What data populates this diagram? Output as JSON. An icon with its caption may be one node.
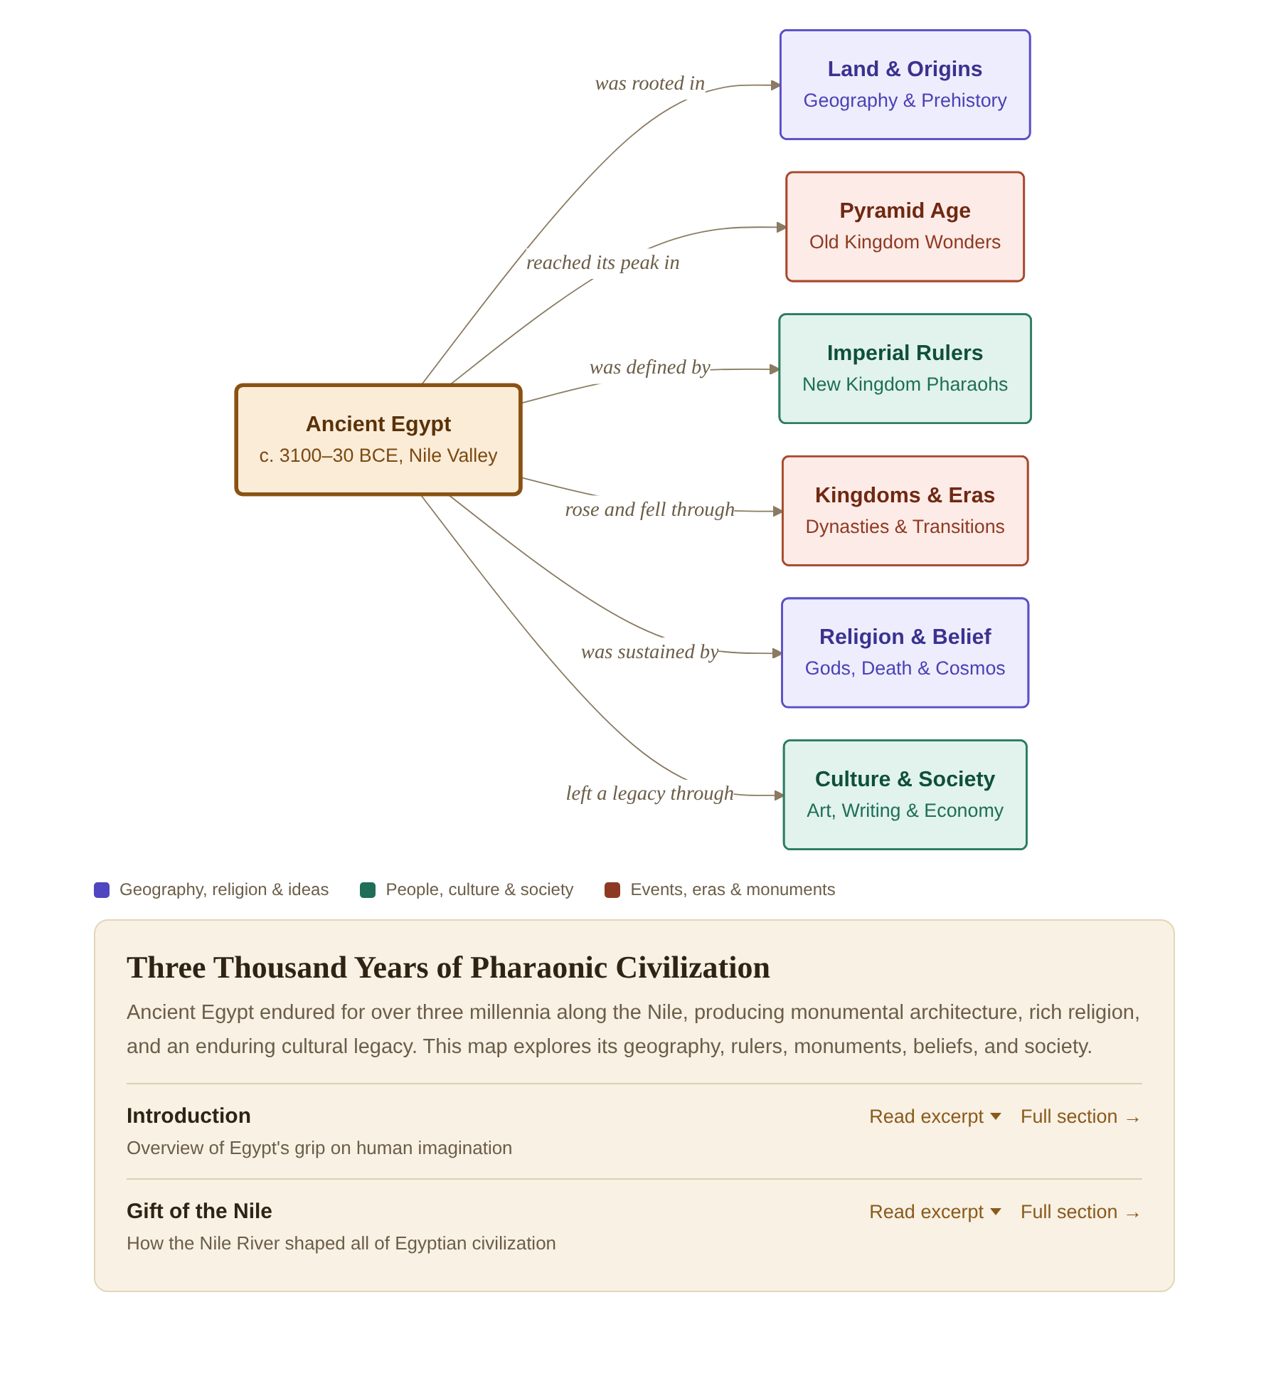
{
  "diagram": {
    "title": "Three Thousand Years of Pharaonic Civilization",
    "caption": "Ancient Egypt endured for over three millennia along the Nile, producing monumental architecture, rich religion, and an enduring cultural legacy. This map explores its geography, rulers, monuments, beliefs, and society.",
    "nodes": [
      {
        "text": [
          "Land & Origins",
          "Geography & Prehistory"
        ]
      },
      {
        "text": [
          "Pyramid Age",
          "Old Kingdom Wonders"
        ]
      },
      {
        "text": [
          "Imperial Rulers",
          "New Kingdom Pharaohs"
        ]
      },
      {
        "text": [
          "Ancient Egypt",
          "c. 3100–30 BCE, Nile Valley"
        ]
      },
      {
        "text": [
          "Kingdoms & Eras",
          "Dynasties & Transitions"
        ]
      },
      {
        "text": [
          "Religion & Belief",
          "Gods, Death & Cosmos"
        ]
      },
      {
        "text": [
          "Culture & Society",
          "Art, Writing & Economy"
        ]
      }
    ],
    "edges": [
      {
        "from": 3,
        "to": 0,
        "arrow": "to",
        "label": "was rooted in"
      },
      {
        "from": 3,
        "to": 1,
        "arrow": "to",
        "label": "reached its peak in"
      },
      {
        "from": 3,
        "to": 2,
        "arrow": "to",
        "label": "was defined by"
      },
      {
        "from": 3,
        "to": 4,
        "arrow": "to",
        "label": "rose and fell through"
      },
      {
        "from": 3,
        "to": 5,
        "arrow": "to",
        "label": "was sustained by"
      },
      {
        "from": 3,
        "to": 6,
        "arrow": "to",
        "label": "left a legacy through"
      }
    ],
    "labels": [
      "Introduction",
      "Read excerpt",
      "Full section →",
      "Overview of Egypt's grip on human imagination",
      "Gift of the Nile",
      "Read excerpt",
      "Full section →",
      "How the Nile River shaped all of Egyptian civilization"
    ],
    "legend": [
      {
        "text": "Geography, religion & ideas",
        "color": "#5046c0"
      },
      {
        "text": "People, culture & society",
        "color": "#1f6e58"
      },
      {
        "text": "Events, eras & monuments",
        "color": "#8e3a22"
      }
    ]
  }
}
